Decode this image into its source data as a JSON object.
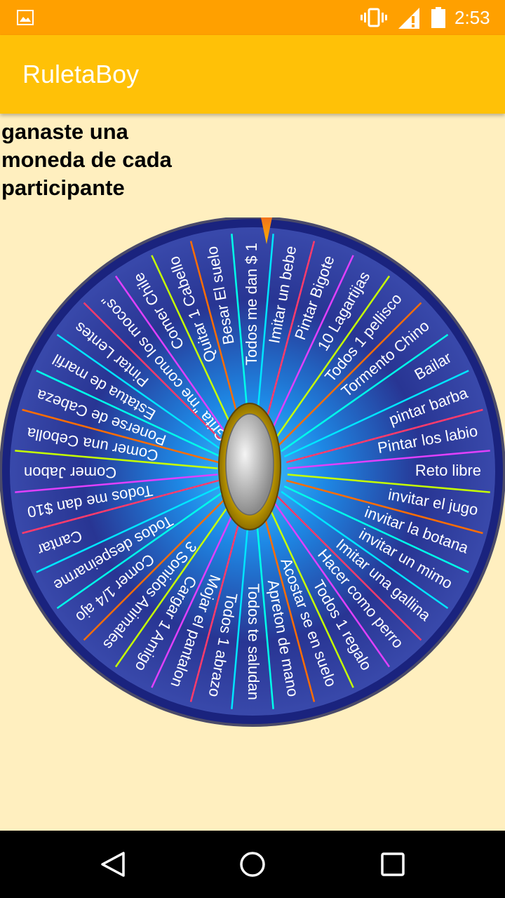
{
  "status_bar": {
    "time": "2:53",
    "icons": [
      "image-icon",
      "vibrate-icon",
      "signal-icon",
      "battery-icon"
    ]
  },
  "app_bar": {
    "title": "RuletaBoy",
    "color": "#ffc107"
  },
  "result": {
    "text": "ganaste una moneda de cada participante"
  },
  "wheel": {
    "labels": [
      "Todos me dan $ 1",
      "Imitar un bebe",
      "Pintar Bigote",
      "10 Lagartijas",
      "Todos 1 pellisco",
      "Tormento Chino",
      "Bailar",
      "pintar barba",
      "Pintar los labio",
      "Reto libre",
      "invitar el jugo",
      "invitar la botana",
      "invitar un mimo",
      "Imitar una gallina",
      "Hacer como perro",
      "Todos 1 regalo",
      "Acostar se en suelo",
      "Apreton de mano",
      "Todos te saludan",
      "Todos 1 abrazo",
      "Mojar el pantalon",
      "Cargar 1 Amigo",
      "3 Sonidos Animales",
      "Comer 1/4 ajo",
      "Todos despeinarme",
      "Cantar",
      "Todos me dan $10",
      "Comer Jabon",
      "Comer una Cebolla",
      "Ponerse de Cabeza",
      "Estatua de marfil",
      "Pintar Lentes",
      "Grita \"me como los mocos\"",
      "Comer Chile",
      "Quitar 1 Cabello",
      "Besar El suelo"
    ],
    "line_colors": [
      "#00e5ff",
      "#ff3b6b",
      "#e040fb",
      "#c6ff00",
      "#ff6d00",
      "#00ffea"
    ]
  },
  "nav_bar": {
    "back_icon": "back-icon",
    "home_icon": "home-icon",
    "recents_icon": "recents-icon"
  }
}
